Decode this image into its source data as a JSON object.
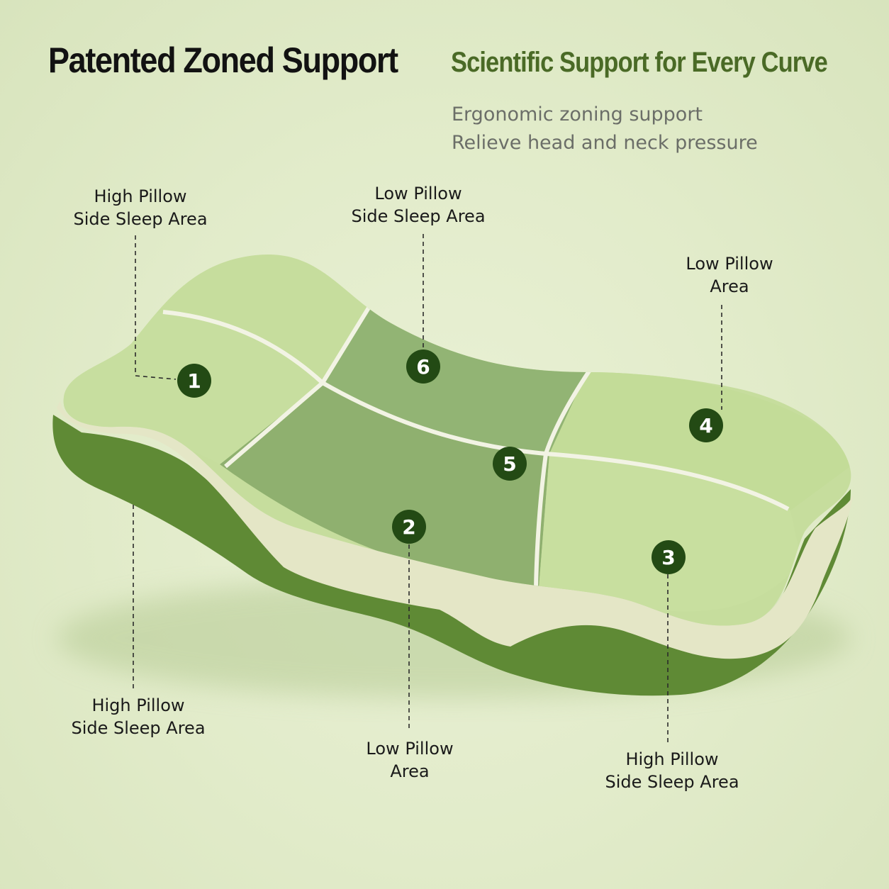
{
  "header": {
    "title": "Patented Zoned Support",
    "subtitle": "Scientific Support for Every Curve",
    "benefits": [
      "Ergonomic zoning support",
      "Relieve head and neck pressure"
    ]
  },
  "labels": {
    "top_left": {
      "line1": "High Pillow",
      "line2": "Side Sleep Area"
    },
    "top_center": {
      "line1": "Low Pillow",
      "line2": "Side Sleep Area"
    },
    "top_right": {
      "line1": "Low Pillow",
      "line2": "Area"
    },
    "bottom_left": {
      "line1": "High Pillow",
      "line2": "Side Sleep Area"
    },
    "bottom_center": {
      "line1": "Low Pillow",
      "line2": "Area"
    },
    "bottom_right": {
      "line1": "High Pillow",
      "line2": "Side Sleep Area"
    }
  },
  "zones": [
    {
      "number": "1"
    },
    {
      "number": "2"
    },
    {
      "number": "3"
    },
    {
      "number": "4"
    },
    {
      "number": "5"
    },
    {
      "number": "6"
    }
  ],
  "colors": {
    "background": "#e1ebc9",
    "light_zone": "#c4dc9a",
    "dark_zone": "#8fb170",
    "side_wall": "#e3e5c4",
    "base": "#5f8a35",
    "badge": "#234a14",
    "subtitle": "#4a6a26"
  }
}
